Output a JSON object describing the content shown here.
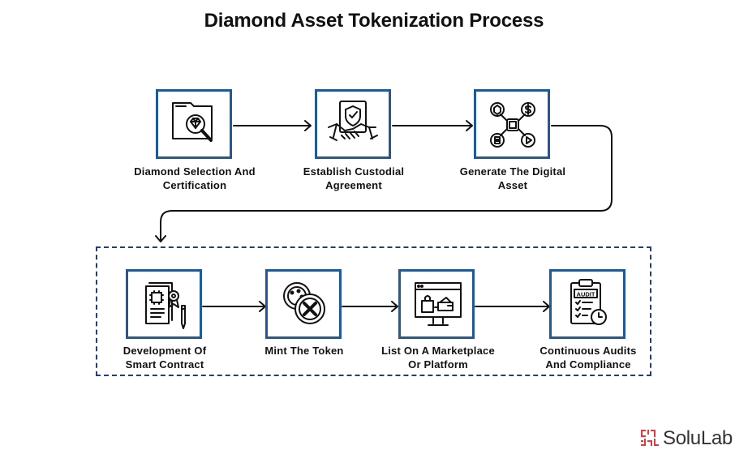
{
  "title": "Diamond Asset Tokenization Process",
  "steps": [
    {
      "label": "Diamond Selection And\nCertification",
      "icon": "diamond-certificate-icon"
    },
    {
      "label": "Establish Custodial\nAgreement",
      "icon": "handshake-shield-icon"
    },
    {
      "label": "Generate The Digital\nAsset",
      "icon": "digital-asset-network-icon"
    },
    {
      "label": "Development Of\nSmart Contract",
      "icon": "smart-contract-icon"
    },
    {
      "label": "Mint The Token",
      "icon": "token-coins-icon"
    },
    {
      "label": "List On A Marketplace\nOr Platform",
      "icon": "marketplace-monitor-icon"
    },
    {
      "label": "Continuous Audits\nAnd Compliance",
      "icon": "audit-clipboard-icon"
    }
  ],
  "audit_icon_text": "AUDIT",
  "brand": {
    "name": "SoluLab",
    "color": "#e03a3e"
  },
  "colors": {
    "box_border": "#1f5a96",
    "arrow": "#111111",
    "group_border": "#1f3f7a"
  }
}
